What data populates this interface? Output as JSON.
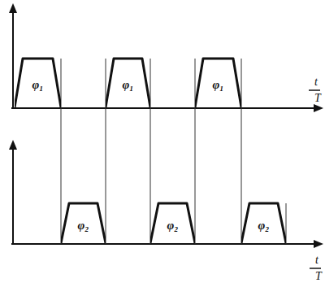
{
  "diagram": {
    "nodes": [
      {
        "text": [
          "φ₁"
        ]
      },
      {
        "text": [
          "φ₁"
        ]
      },
      {
        "text": [
          "φ₁"
        ]
      },
      {
        "text": [
          "φ₂"
        ]
      },
      {
        "text": [
          "φ₂"
        ]
      },
      {
        "text": [
          "φ₂"
        ]
      }
    ],
    "labels": [
      "t",
      "T",
      "t",
      "T"
    ]
  }
}
